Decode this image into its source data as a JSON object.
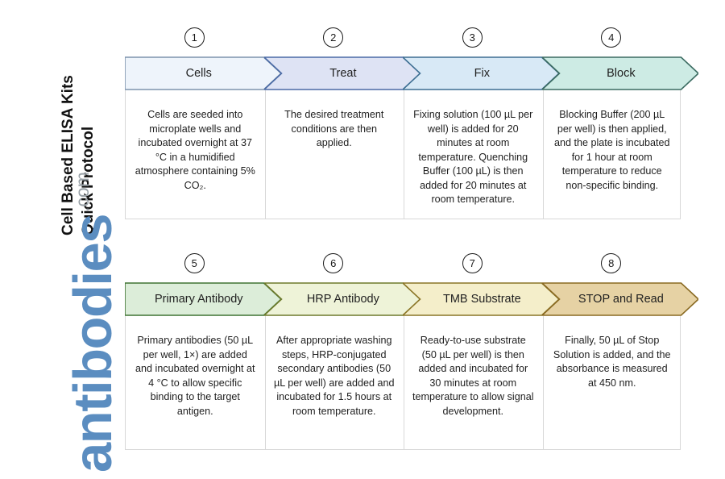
{
  "heading": {
    "line1": "Cell Based ELISA Kits",
    "line2": "Quick Protocol"
  },
  "logo": {
    "name": "antibodies",
    "tld": ".com",
    "color": "#5b8dc0",
    "tld_color": "#9aa2a8"
  },
  "rows": [
    {
      "name": "row-1",
      "steps": [
        {
          "number": "1",
          "label": "Cells",
          "body": "Cells are seeded into microplate wells and incubated overnight at 37 °C in a humidified atmosphere containing 5% CO₂.",
          "fill": "#eef4fb",
          "stroke": "#7d93ad"
        },
        {
          "number": "2",
          "label": "Treat",
          "body": "The desired treatment conditions are then applied.",
          "fill": "#dee3f4",
          "stroke": "#4a6aa5"
        },
        {
          "number": "3",
          "label": "Fix",
          "body": "Fixing solution (100 µL per well) is added for 20 minutes at room temperature. Quenching Buffer (100 µL) is then added for 20 minutes at room temperature.",
          "fill": "#d8e9f6",
          "stroke": "#3d6e92"
        },
        {
          "number": "4",
          "label": "Block",
          "body": "Blocking Buffer (200 µL per well) is then applied, and the plate is incubated for 1 hour at room temperature to reduce non-specific binding.",
          "fill": "#cdebe4",
          "stroke": "#3b6b61"
        }
      ]
    },
    {
      "name": "row-2",
      "steps": [
        {
          "number": "5",
          "label": "Primary Antibody",
          "body": "Primary antibodies (50 µL per well, 1×) are added and incubated overnight at 4 °C to allow specific binding to the target antigen.",
          "fill": "#dcedd9",
          "stroke": "#3f7333"
        },
        {
          "number": "6",
          "label": "HRP Antibody",
          "body": "After appropriate washing steps, HRP-conjugated secondary antibodies (50 µL per well) are added and incubated for 1.5 hours at room temperature.",
          "fill": "#eef3d8",
          "stroke": "#6e7a2c"
        },
        {
          "number": "7",
          "label": "TMB Substrate",
          "body": "Ready-to-use substrate (50 µL per well) is then added and incubated for 30 minutes at room temperature to allow signal development.",
          "fill": "#f4eeca",
          "stroke": "#8a7526"
        },
        {
          "number": "8",
          "label": "STOP and Read",
          "body": "Finally, 50 µL of Stop Solution is added, and the absorbance is measured at 450 nm.",
          "fill": "#e6d2a4",
          "stroke": "#8a6a22"
        }
      ]
    }
  ]
}
